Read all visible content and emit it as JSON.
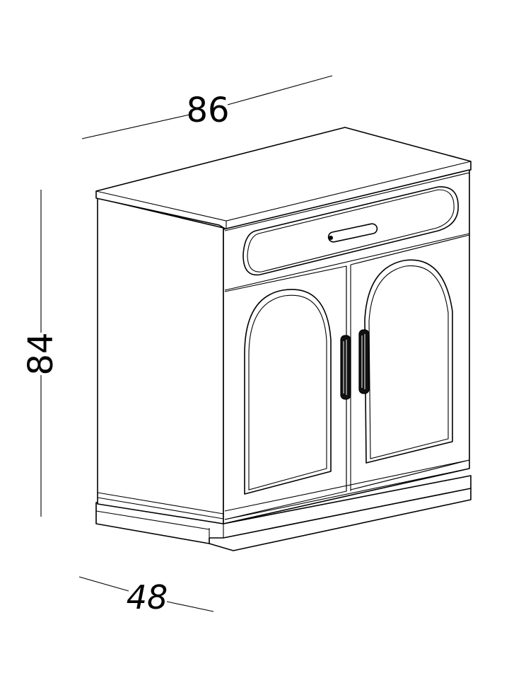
{
  "dimensions": {
    "width": "86",
    "height": "84",
    "depth": "48"
  }
}
